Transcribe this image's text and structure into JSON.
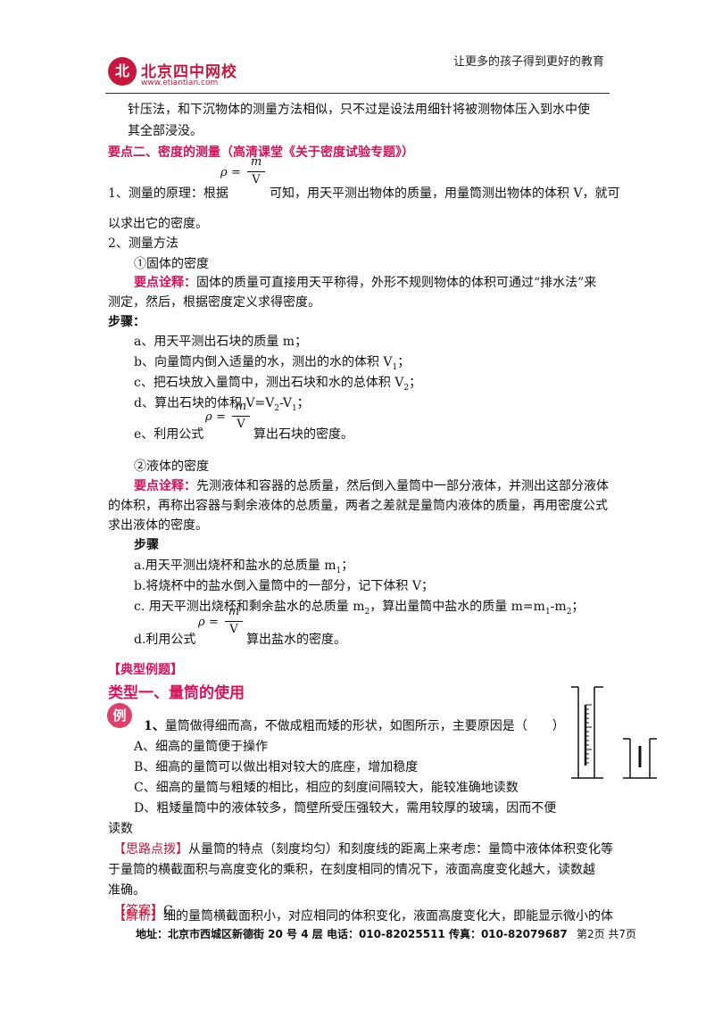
{
  "header": {
    "slogan": "让更多的孩子得到更好的教育",
    "logo_mark": "北",
    "logo_name": "北京四中网校",
    "logo_url": "www.etiantian.com"
  },
  "formula": {
    "rho": "ρ",
    "eq": "=",
    "num": "m",
    "den": "V"
  },
  "lines": {
    "l1": "针压法，和下沉物体的测量方法相似，只不过是设法用细针将被测物体压入到水中使",
    "l2": "其全部浸没。",
    "h2_a": "要点二、密度的测量",
    "h2_b": "（高清课堂《关于密度试验专题》）",
    "p1_a": "1、测量的原理：根据",
    "p1_b": "可知，用天平测出物体的质量，用量筒测出物体的体积 V，就可",
    "p1_c": "以求出它的密度。",
    "p2": "2、测量方法",
    "solid": "①固体的密度",
    "note1_label": "要点诠释：",
    "note1_a": "固体的质量可直接用天平称得，外形不规则物体的体积可通过“排水法”来",
    "note1_b": "测定，然后，根据密度定义求得密度。",
    "steps1": "步骤：",
    "s_a": "a、用天平测出石块的质量 m；",
    "s_b_pre": "b、向量筒内倒入适量的水，测出的水的体积 V",
    "s_b_sub": "1",
    "s_b_post": "；",
    "s_c_pre": "c、把石块放入量筒中，测出石块和水的总体积 V",
    "s_c_sub": "2",
    "s_c_post": "；",
    "s_d_pre": "d、算出石块的体积 V=V",
    "s_d_sub1": "2",
    "s_d_mid": "-V",
    "s_d_sub2": "1",
    "s_d_post": "；",
    "s_e_a": "e、利用公式",
    "s_e_b": "算出石块的密度。",
    "liquid": "②液体的密度",
    "note2_label": "要点诠释：",
    "note2_a": "先测液体和容器的总质量，然后倒入量筒中一部分液体，并测出这部分液体",
    "note2_b": "的体积，再称出容器与剩余液体的总质量，两者之差就是量筒内液体的质量，再用密度公式",
    "note2_c": "求出液体的密度。",
    "steps2": "步骤",
    "t_a_pre": "a.用天平测出烧杯和盐水的总质量 m",
    "t_a_sub": "1",
    "t_a_post": "；",
    "t_b": "b.将烧杯中的盐水倒入量筒中的一部分，记下体积 V；",
    "t_c_pre": "c. 用天平测出烧杯和剩余盐水的总质量 m",
    "t_c_sub": "2",
    "t_c_mid": "，算出量筒中盐水的质量 m=m",
    "t_c_sub2": "1",
    "t_c_mid2": "-m",
    "t_c_sub3": "2",
    "t_c_post": "；",
    "t_d_a": "d.利用公式",
    "t_d_b": "算出盐水的密度。",
    "typical": "【典型例题】",
    "type1": "类型一、量筒的使用",
    "badge": "例",
    "q1_num": "1、",
    "q1": "量筒做得细而高，不做成粗而矮的形状，如图所示，主要原因是（　　）",
    "optA": "A、细高的量筒便于操作",
    "optB": "B、细高的量筒可以做出相对较大的底座，增加稳度",
    "optC": "C、细高的量筒与粗矮的相比，相应的刻度间隔较大，能较准确地读数",
    "optD": "D、粗矮量筒中的液体较多，筒壁所受压强较大，需用较厚的玻璃，因而不便",
    "optD2": "读数",
    "hint_label": "【思路点拨】",
    "hint_a": "从量筒的特点（刻度均匀）和刻度线的距离上来考虑：量筒中液体体积变化等",
    "hint_b": "于量筒的横截面积与高度变化的乘积，在刻度相同的情况下，液面高度变化越大，读数越",
    "hint_c": "准确。",
    "ans_label": "【答案】",
    "ans": "C",
    "exp_label": "【解析】",
    "exp": "细的量筒横截面积小，对应相同的体积变化，液面高度变化大，即能显示微小的体"
  },
  "footer": {
    "address": "地址：北京市西城区新德街 20 号 4 层  电话：010-82025511  传真：010-82079687",
    "page": "第2页  共7页"
  }
}
